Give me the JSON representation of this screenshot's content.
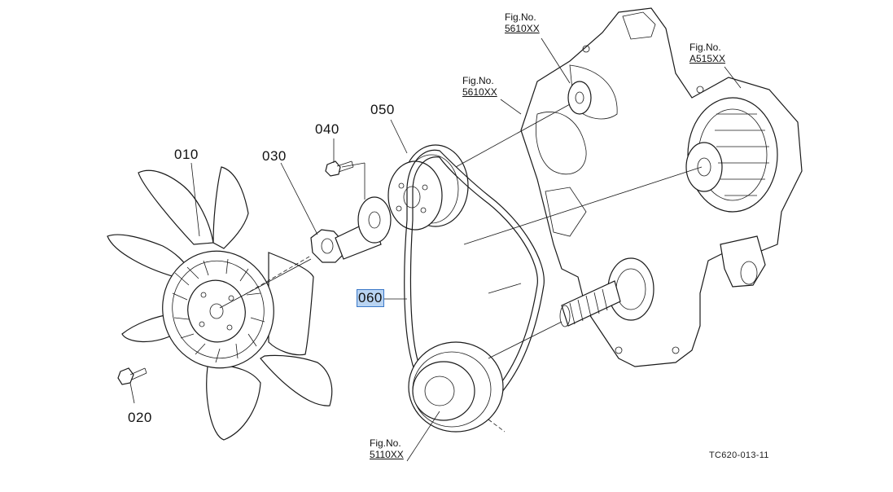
{
  "parts": [
    {
      "id": "010",
      "label": "010"
    },
    {
      "id": "020",
      "label": "020"
    },
    {
      "id": "030",
      "label": "030"
    },
    {
      "id": "040",
      "label": "040"
    },
    {
      "id": "050",
      "label": "050"
    },
    {
      "id": "060",
      "label": "060",
      "selected": true
    }
  ],
  "figure_refs": [
    {
      "id": "ref-top",
      "prefix": "Fig.No.",
      "number": "5610XX"
    },
    {
      "id": "ref-mid",
      "prefix": "Fig.No.",
      "number": "5610XX"
    },
    {
      "id": "ref-right",
      "prefix": "Fig.No.",
      "number": "A515XX"
    },
    {
      "id": "ref-bottom",
      "prefix": "Fig.No.",
      "number": "5110XX"
    }
  ],
  "drawing_code": "TC620-013-11",
  "colors": {
    "line": "#1a1a1a",
    "highlight": "#b9d4f2",
    "highlight_border": "#3a78c8"
  }
}
